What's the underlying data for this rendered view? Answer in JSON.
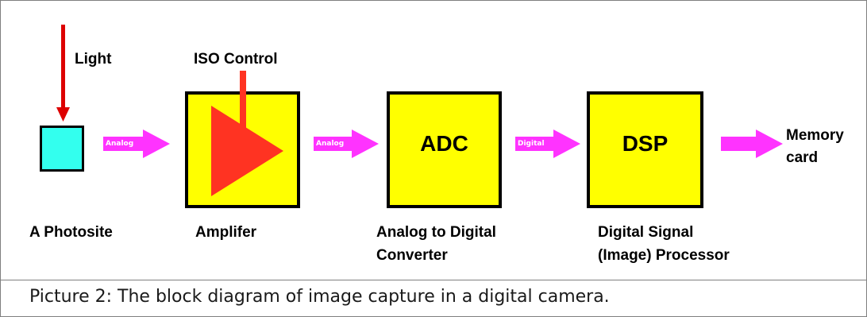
{
  "diagram": {
    "labels": {
      "light": "Light",
      "iso_control": "ISO Control",
      "memory_card_line1": "Memory",
      "memory_card_line2": "card"
    },
    "blocks": {
      "photosite": {
        "caption": "A Photosite"
      },
      "amplifier": {
        "caption": "Amplifer"
      },
      "adc": {
        "text": "ADC",
        "caption_line1": "Analog to Digital",
        "caption_line2": "Converter"
      },
      "dsp": {
        "text": "DSP",
        "caption_line1": "Digital Signal",
        "caption_line2": "(Image) Processor"
      }
    },
    "signals": {
      "photosite_to_amplifier": "Analog",
      "amplifier_to_adc": "Analog",
      "adc_to_dsp": "Digital"
    }
  },
  "caption": "Picture 2: The block diagram of image capture in a digital camera.",
  "colors": {
    "block_fill": "#ffff00",
    "photosite_fill": "#33ffee",
    "signal_arrow": "#ff33ff",
    "light_arrow": "#dd0000",
    "amplifier_triangle": "#ff3322"
  }
}
